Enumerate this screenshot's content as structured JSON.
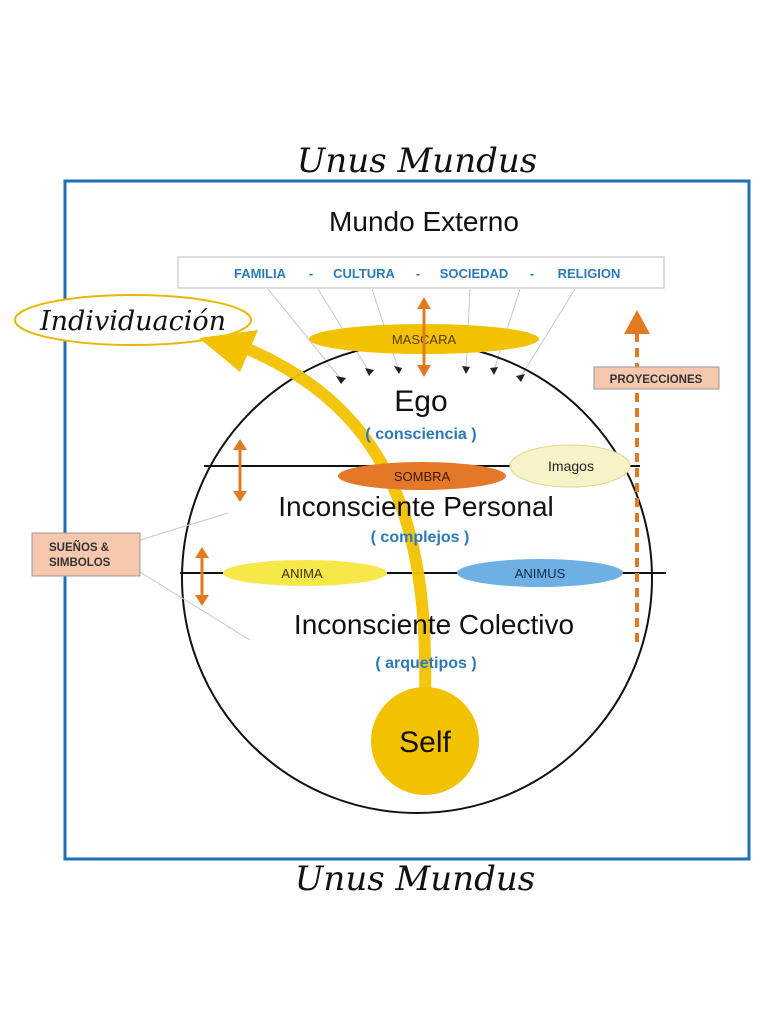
{
  "title_top": "Unus Mundus",
  "title_bottom": "Unus Mundus",
  "mundo_externo": "Mundo Externo",
  "society": {
    "familia": "FAMILIA",
    "cultura": "CULTURA",
    "sociedad": "SOCIEDAD",
    "religion": "RELIGION",
    "dash": "-"
  },
  "individuacion": "Individuación",
  "mascara": "MASCARA",
  "proyecciones": "PROYECCIONES",
  "ego": "Ego",
  "consciencia": "( consciencia )",
  "sombra": "SOMBRA",
  "imagos": "Imagos",
  "inconsciente_personal": "Inconsciente Personal",
  "complejos": "( complejos )",
  "suenos_line1": "SUEÑOS &",
  "suenos_line2": "SIMBOLOS",
  "anima": "ANIMA",
  "animus": "ANIMUS",
  "inconsciente_colectivo": "Inconsciente Colectivo",
  "arquetipos": "( arquetipos )",
  "self": "Self",
  "colors": {
    "frame": "#1f6fb5",
    "orange": "#e07b22",
    "yellow": "#f2c200",
    "blue_text": "#2a7ab8",
    "sombra": "#e27828",
    "animus": "#6fb0e4",
    "anima": "#f7e84a",
    "imagos": "#f8f2c8",
    "label_box": "#f5c7ad"
  }
}
